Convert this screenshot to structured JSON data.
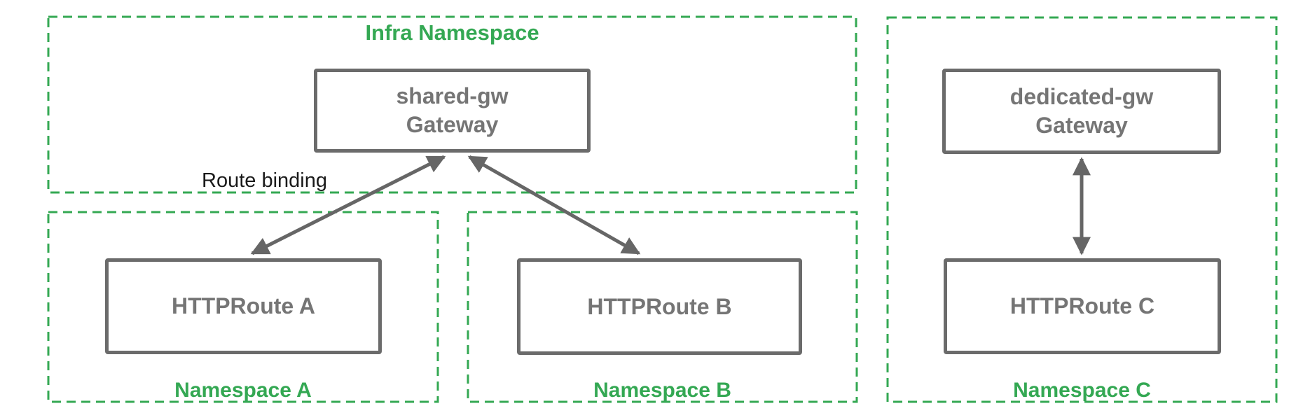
{
  "colors": {
    "namespace_green": "#34a853",
    "node_border_grey": "#6b6b6b",
    "node_text_grey": "#757575",
    "arrow_grey": "#666666",
    "annotation_black": "#1a1a1a",
    "background": "#ffffff"
  },
  "namespaces": {
    "infra": {
      "label": "Infra Namespace"
    },
    "a": {
      "label": "Namespace A"
    },
    "b": {
      "label": "Namespace B"
    },
    "c": {
      "label": "Namespace C"
    }
  },
  "nodes": {
    "shared_gw": {
      "line1": "shared-gw",
      "line2": "Gateway"
    },
    "dedicated_gw": {
      "line1": "dedicated-gw",
      "line2": "Gateway"
    },
    "route_a": {
      "label": "HTTPRoute A"
    },
    "route_b": {
      "label": "HTTPRoute B"
    },
    "route_c": {
      "label": "HTTPRoute C"
    }
  },
  "annotations": {
    "route_binding": "Route binding"
  },
  "edges": [
    {
      "from": "HTTPRoute A",
      "to": "shared-gw Gateway",
      "label": "Route binding",
      "bidirectional": true
    },
    {
      "from": "HTTPRoute B",
      "to": "shared-gw Gateway",
      "label": "Route binding",
      "bidirectional": true
    },
    {
      "from": "HTTPRoute C",
      "to": "dedicated-gw Gateway",
      "label": "Route binding",
      "bidirectional": true
    }
  ]
}
